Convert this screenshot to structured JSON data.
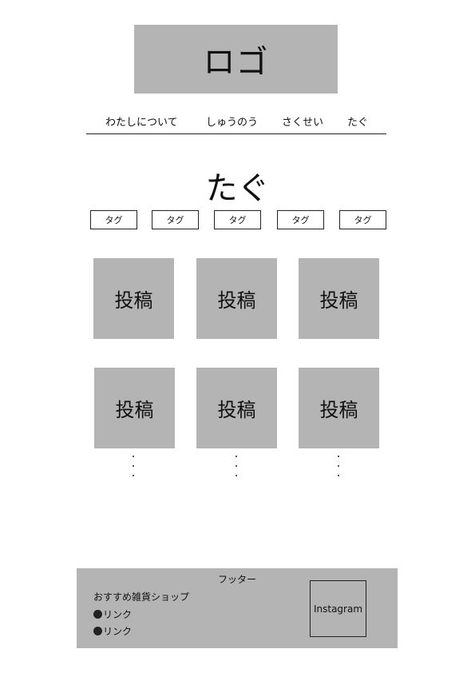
{
  "header": {
    "logo_text": "ロゴ"
  },
  "nav": {
    "items": [
      {
        "label": "わたしについて"
      },
      {
        "label": "しゅうのう"
      },
      {
        "label": "さくせい"
      },
      {
        "label": "たぐ"
      }
    ]
  },
  "main": {
    "title": "たぐ",
    "tags": [
      {
        "label": "タグ"
      },
      {
        "label": "タグ"
      },
      {
        "label": "タグ"
      },
      {
        "label": "タグ"
      },
      {
        "label": "タグ"
      }
    ],
    "posts": [
      {
        "label": "投稿"
      },
      {
        "label": "投稿"
      },
      {
        "label": "投稿"
      },
      {
        "label": "投稿"
      },
      {
        "label": "投稿"
      },
      {
        "label": "投稿"
      }
    ]
  },
  "footer": {
    "title": "フッター",
    "shop_title": "おすすめ雑貨ショップ",
    "links": [
      {
        "label": "リンク"
      },
      {
        "label": "リンク"
      }
    ],
    "instagram_label": "Instagram"
  },
  "colors": {
    "placeholder_gray": "#b4b4b4",
    "line": "#222222",
    "background": "#ffffff"
  }
}
